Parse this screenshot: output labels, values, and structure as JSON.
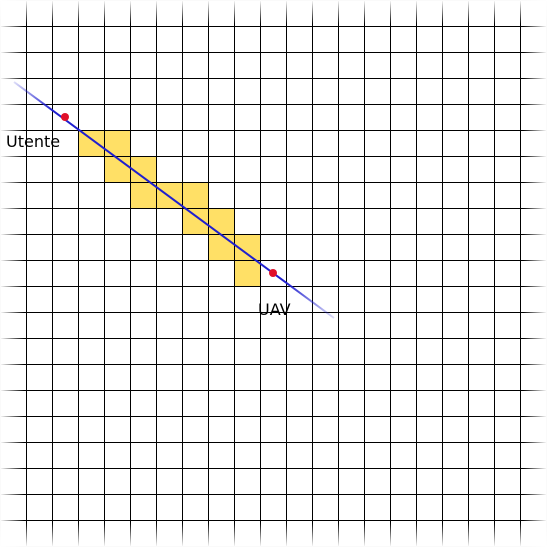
{
  "grid": {
    "columns": 21,
    "rows": 21,
    "line_color": "#000000"
  },
  "highlighted_cells": [
    {
      "col": 3,
      "row": 5
    },
    {
      "col": 4,
      "row": 5
    },
    {
      "col": 4,
      "row": 6
    },
    {
      "col": 5,
      "row": 6
    },
    {
      "col": 5,
      "row": 7
    },
    {
      "col": 6,
      "row": 7
    },
    {
      "col": 7,
      "row": 7
    },
    {
      "col": 7,
      "row": 8
    },
    {
      "col": 8,
      "row": 8
    },
    {
      "col": 8,
      "row": 9
    },
    {
      "col": 9,
      "row": 9
    },
    {
      "col": 9,
      "row": 10
    }
  ],
  "highlight_color": "#ffe066",
  "line_of_sight": {
    "color": "#1f1fcf"
  },
  "points": {
    "start": {
      "label": "Utente",
      "col": 2.5,
      "row": 4.5,
      "color": "#e0102a"
    },
    "end": {
      "label": "UAV",
      "col": 10.5,
      "row": 10.5,
      "color": "#e0102a"
    }
  }
}
